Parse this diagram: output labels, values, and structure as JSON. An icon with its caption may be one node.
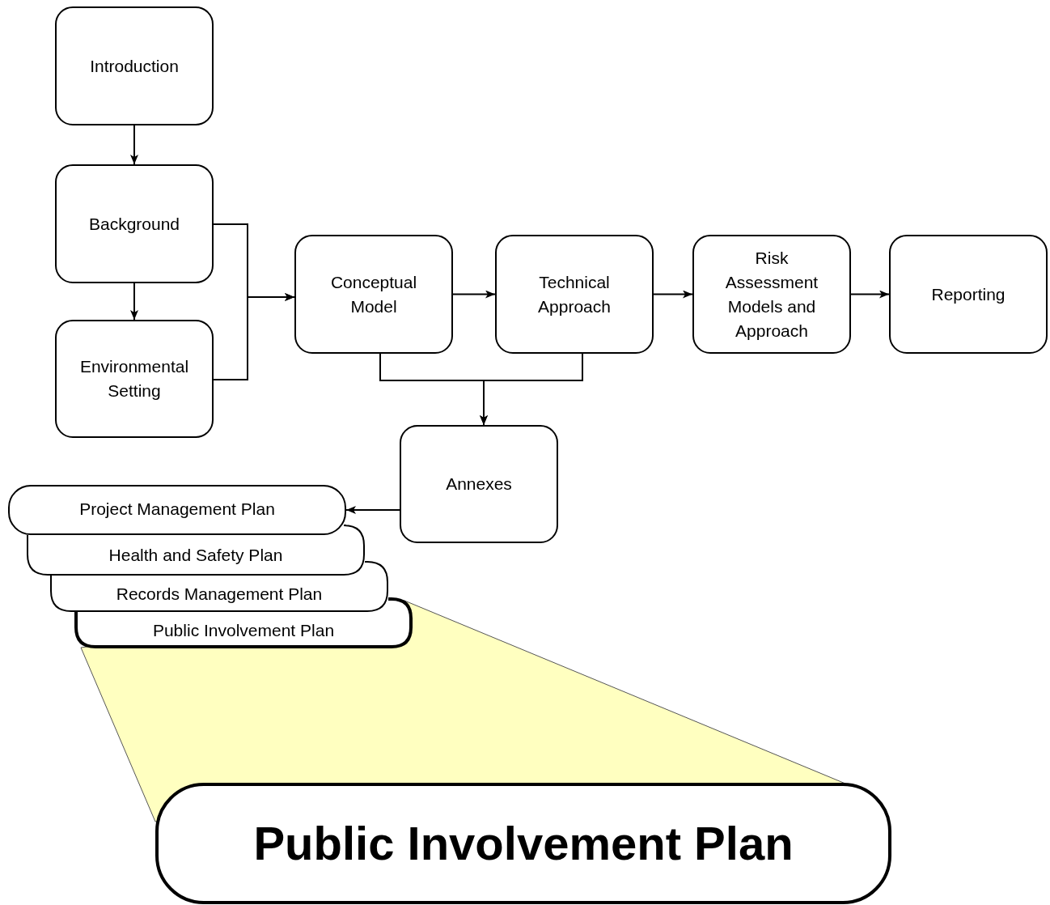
{
  "diagram": {
    "nodes": [
      {
        "text": [
          "Introduction"
        ]
      },
      {
        "text": [
          "Background"
        ]
      },
      {
        "text": [
          "Environmental Setting"
        ]
      },
      {
        "text": [
          "Conceptual Model"
        ]
      },
      {
        "text": [
          "Technical Approach"
        ]
      },
      {
        "text": [
          "Risk Assessment Models and Approach"
        ]
      },
      {
        "text": [
          "Reporting"
        ]
      },
      {
        "text": [
          "Annexes"
        ]
      },
      {
        "text": [
          "Project Management Plan"
        ]
      },
      {
        "text": [
          "Health and Safety Plan"
        ]
      },
      {
        "text": [
          "Records Management Plan"
        ]
      },
      {
        "text": [
          "Public Involvement Plan"
        ]
      },
      {
        "text": [
          "Public Involvement Plan"
        ]
      }
    ],
    "edges": [
      {
        "from": 0,
        "to": 1,
        "arrow": "to"
      },
      {
        "from": 1,
        "to": 2,
        "arrow": "to"
      },
      {
        "from": 1,
        "to": 3,
        "arrow": "to"
      },
      {
        "from": 2,
        "to": 3,
        "arrow": "to"
      },
      {
        "from": 3,
        "to": 4,
        "arrow": "to"
      },
      {
        "from": 4,
        "to": 5,
        "arrow": "to"
      },
      {
        "from": 5,
        "to": 6,
        "arrow": "to"
      },
      {
        "from": 3,
        "to": 7,
        "arrow": "to"
      },
      {
        "from": 4,
        "to": 7,
        "arrow": "to"
      },
      {
        "from": 7,
        "to": 8,
        "arrow": "to"
      }
    ]
  }
}
